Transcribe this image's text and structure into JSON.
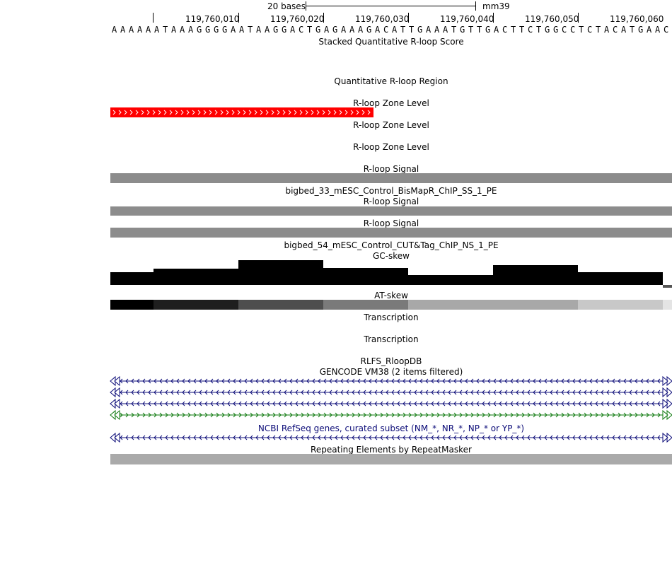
{
  "ruler": {
    "scale_label": "20 bases",
    "assembly": "mm39",
    "ticks": [
      "119,760,010",
      "119,760,020",
      "119,760,030",
      "119,760,040",
      "119,760,050",
      "119,760,060"
    ]
  },
  "sequence": "AAAAAATAAAGGGGAATAAGGACTGAGAAAGACATTGAAATGTTGACTTCTGGCCTCTACATGAAC",
  "tracks": {
    "stacked_score": "Stacked Quantitative R-loop Score",
    "quant_region": "Quantitative R-loop Region",
    "zone_level_1": "R-loop Zone Level",
    "zone_level_2": "R-loop Zone Level",
    "zone_level_3": "R-loop Zone Level",
    "signal_1": "R-loop Signal",
    "bigbed_33": "bigbed_33_mESC_Control_BisMapR_ChIP_SS_1_PE",
    "signal_2": "R-loop Signal",
    "signal_3": "R-loop Signal",
    "bigbed_54": "bigbed_54_mESC_Control_CUT&Tag_ChIP_NS_1_PE",
    "gc_skew": "GC-skew",
    "at_skew": "AT-skew",
    "transcription_1": "Transcription",
    "transcription_2": "Transcription",
    "rlfs": "RLFS_RloopDB",
    "gencode": "GENCODE VM38 (2 items filtered)",
    "refseq": "NCBI RefSeq genes, curated subset (NM_*, NR_*, NP_* or YP_*)",
    "repeatmasker": "Repeating Elements by RepeatMasker"
  },
  "colors": {
    "zone_red": "#ff0000",
    "signal_gray": "#8c8c8c",
    "repeat_gray": "#aaaaaa",
    "gencode_blue": "#0c0c78",
    "gencode_green": "#0c780c",
    "refseq_blue": "#0c0c78"
  }
}
